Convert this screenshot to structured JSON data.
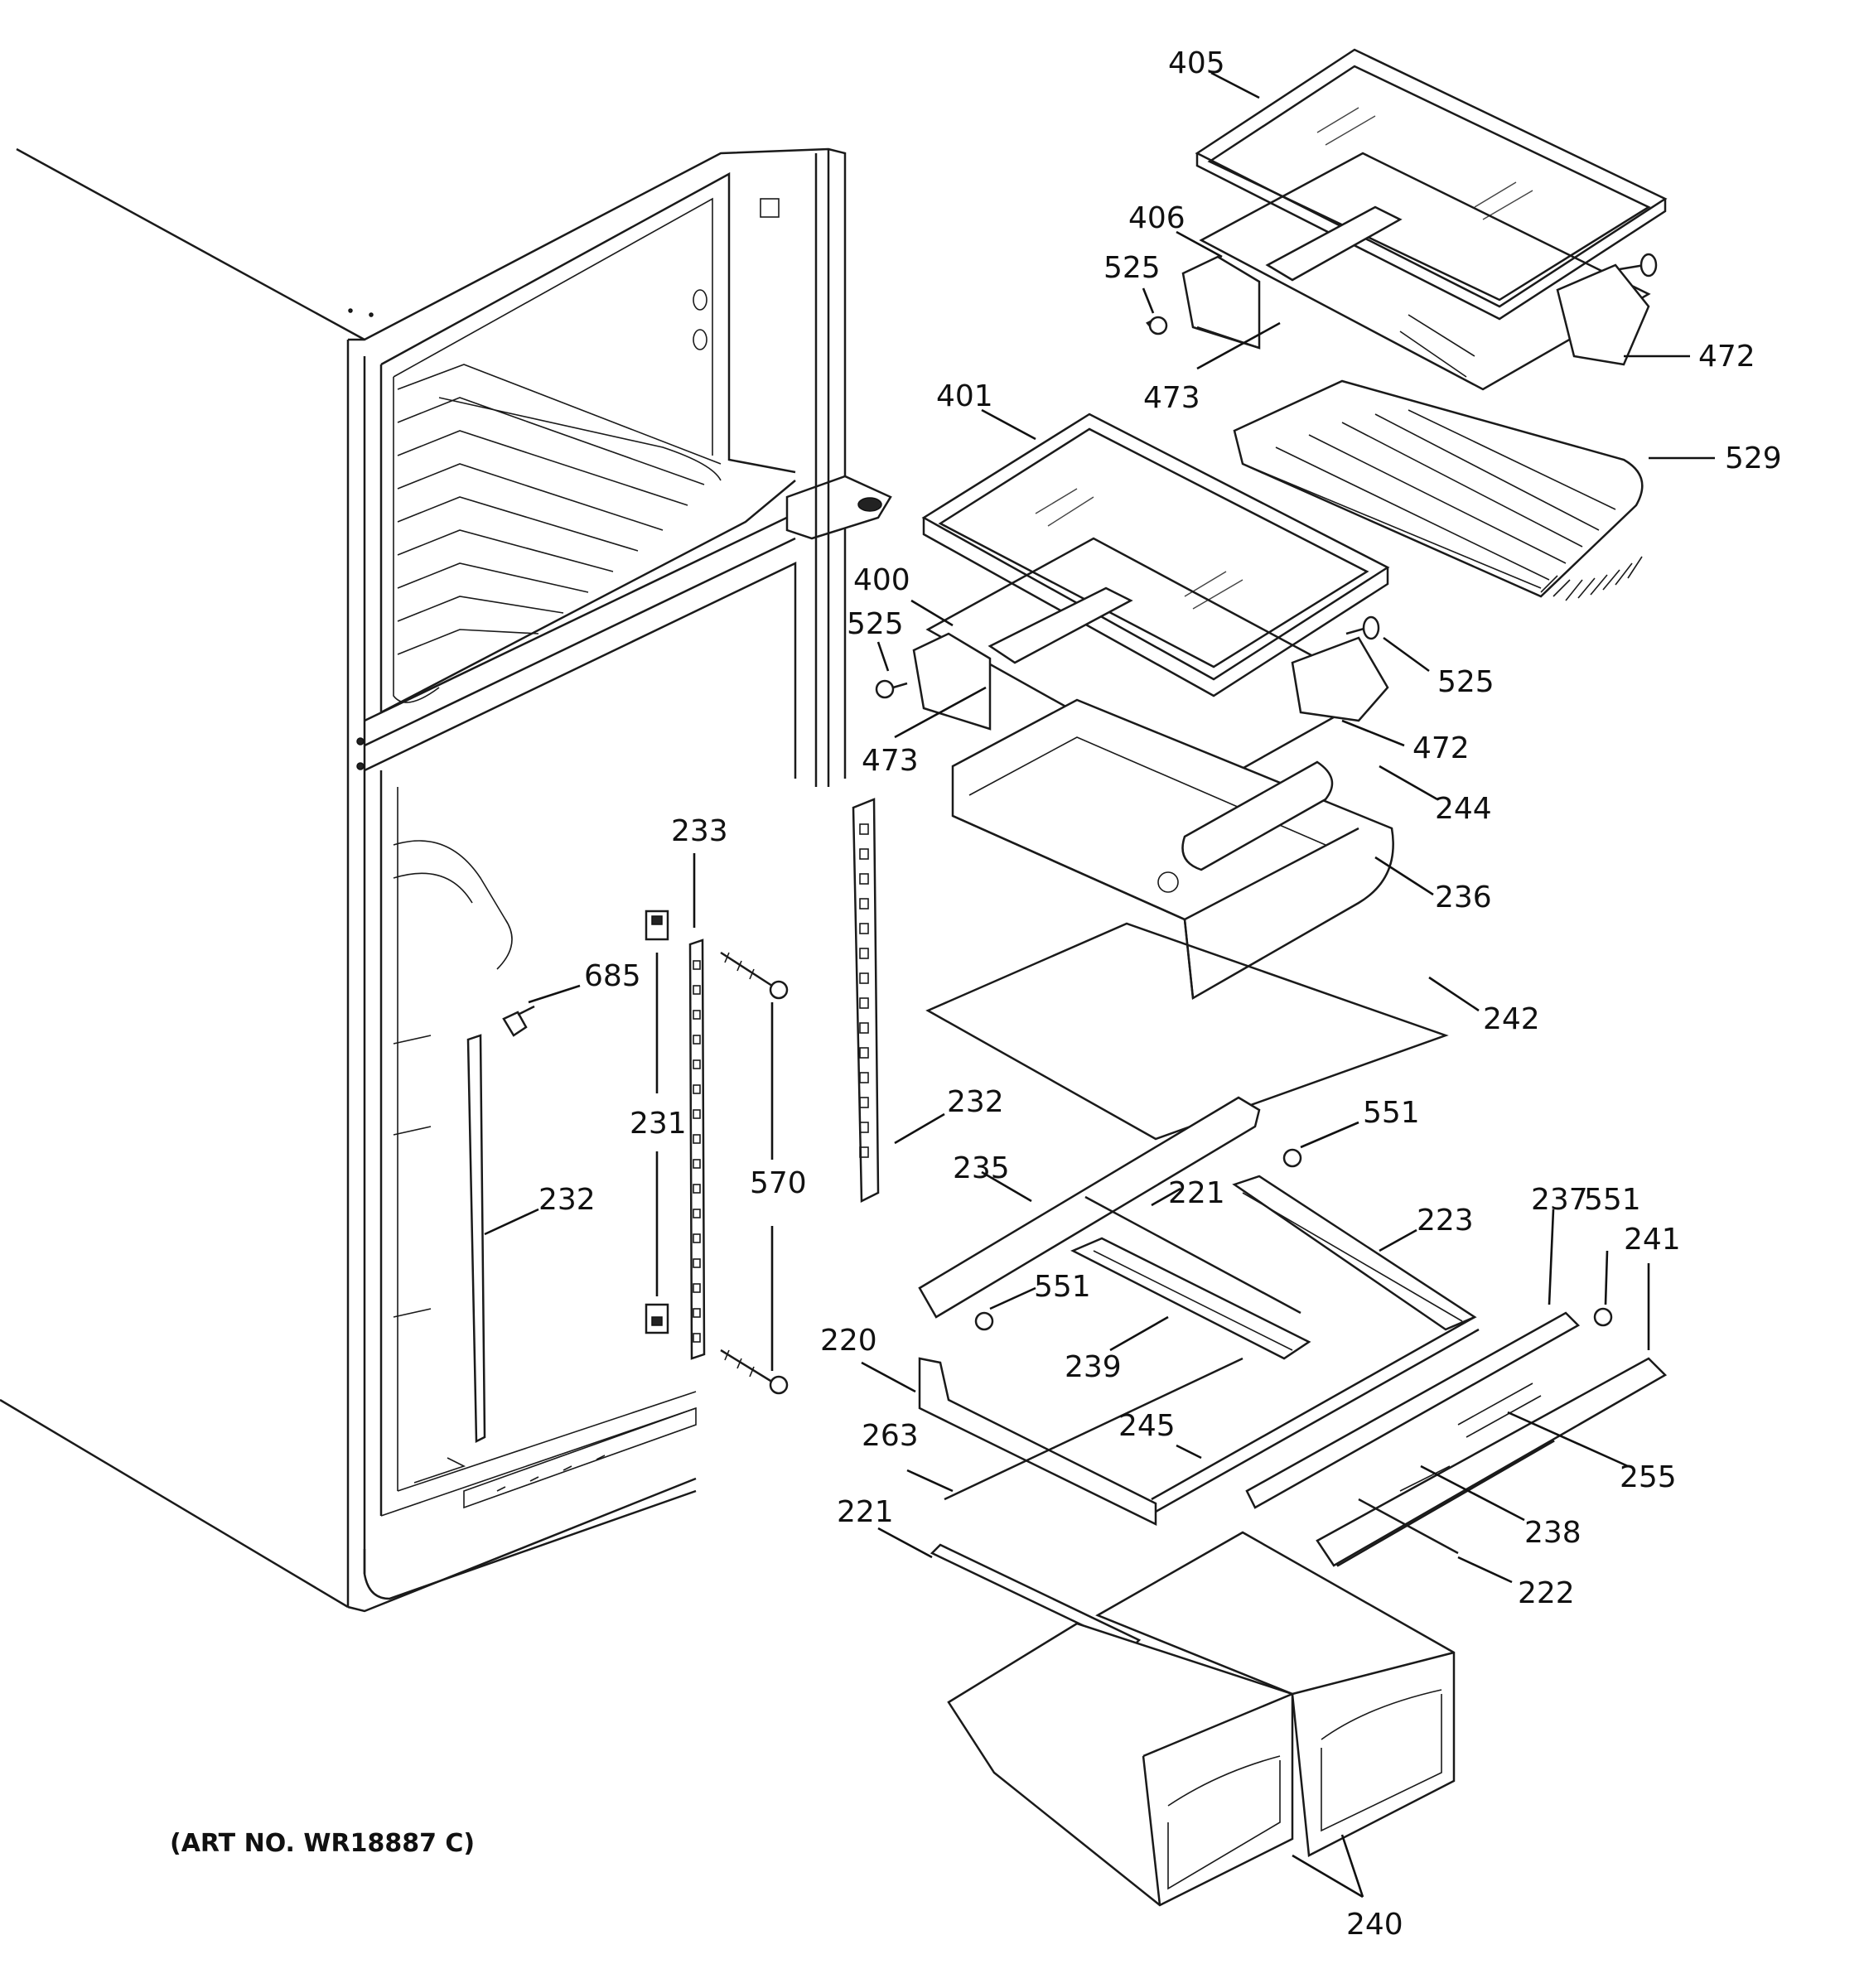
{
  "diagram": {
    "art_number": "(ART NO. WR18887 C)",
    "part_labels": {
      "p405": "405",
      "p406": "406",
      "p525a": "525",
      "p473a": "473",
      "p472a": "472",
      "p529": "529",
      "p401": "401",
      "p400": "400",
      "p525b": "525",
      "p525c": "525",
      "p473b": "473",
      "p472b": "472",
      "p244": "244",
      "p236": "236",
      "p242": "242",
      "p233": "233",
      "p685": "685",
      "p231": "231",
      "p570": "570",
      "p232a": "232",
      "p232b": "232",
      "p551a": "551",
      "p235": "235",
      "p221a": "221",
      "p223": "223",
      "p237": "237",
      "p551b": "551",
      "p241": "241",
      "p551c": "551",
      "p220": "220",
      "p239": "239",
      "p245": "245",
      "p263": "263",
      "p255": "255",
      "p238": "238",
      "p221b": "221",
      "p222": "222",
      "p240": "240"
    }
  }
}
